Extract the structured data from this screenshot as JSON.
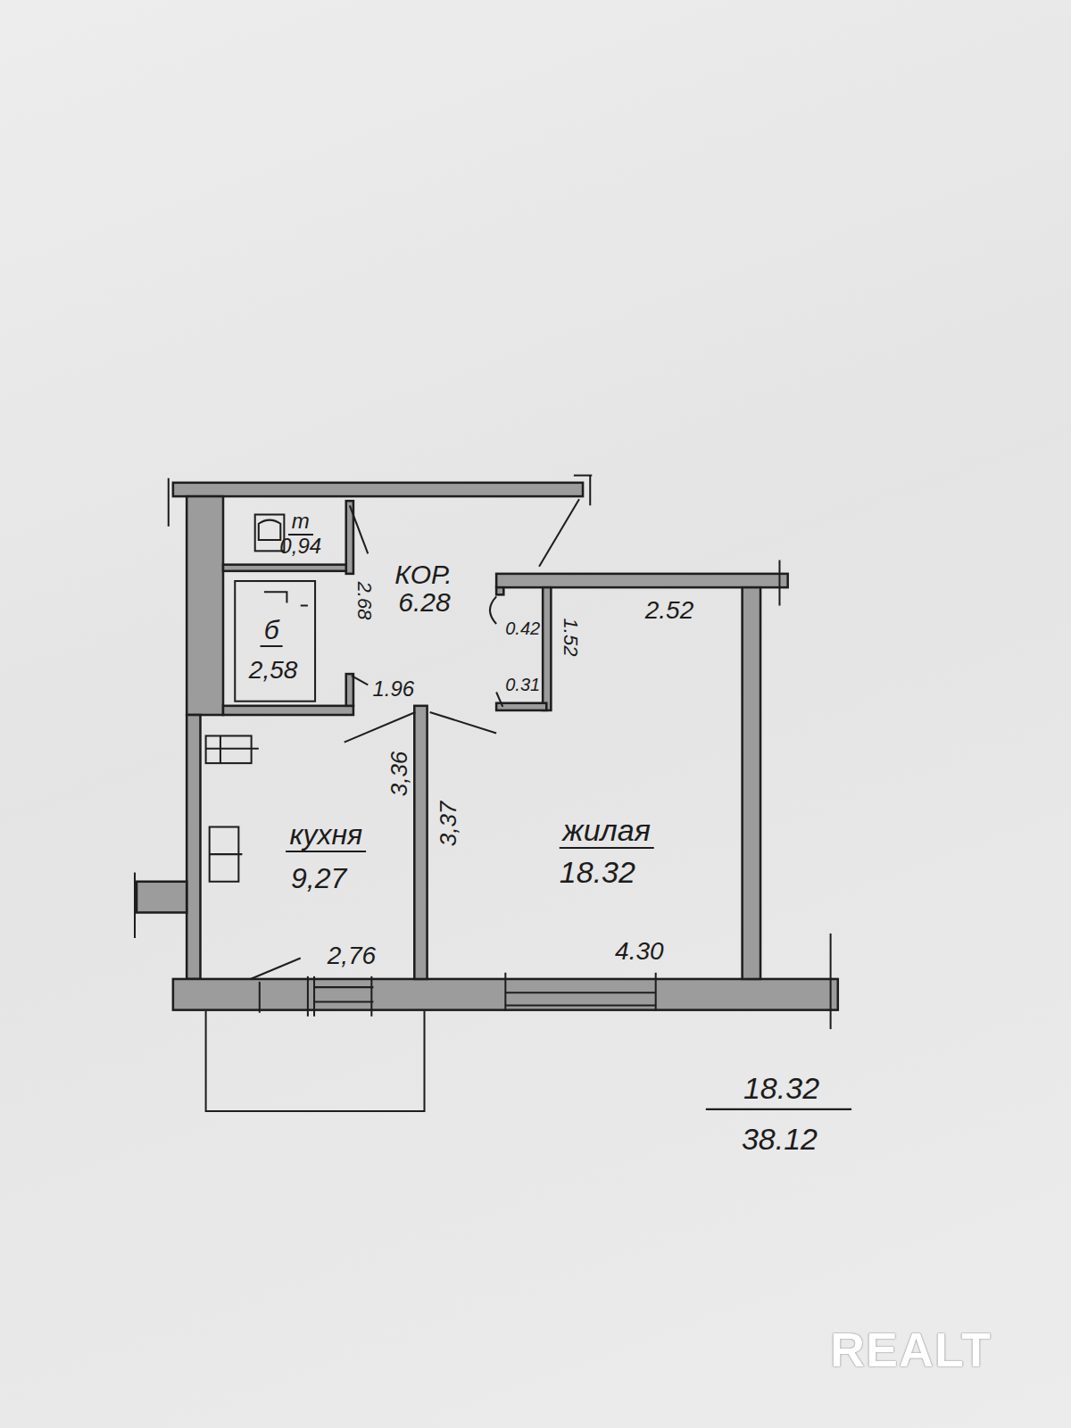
{
  "diagram": {
    "nodes": [
      {
        "text": [
          "КОР.",
          "6.28"
        ]
      },
      {
        "text": [
          "т",
          "0,94"
        ]
      },
      {
        "text": [
          "б",
          "2,58"
        ]
      },
      {
        "text": [
          "кухня",
          "9,27"
        ]
      },
      {
        "text": [
          "жилая",
          "18.32"
        ]
      }
    ],
    "labels": [
      "2.68",
      "1.96",
      "0.42",
      "0.31",
      "1.52",
      "2.52",
      "3,36",
      "3,37",
      "2,76",
      "4.30",
      "18.32",
      "38.12",
      "REALT"
    ]
  }
}
